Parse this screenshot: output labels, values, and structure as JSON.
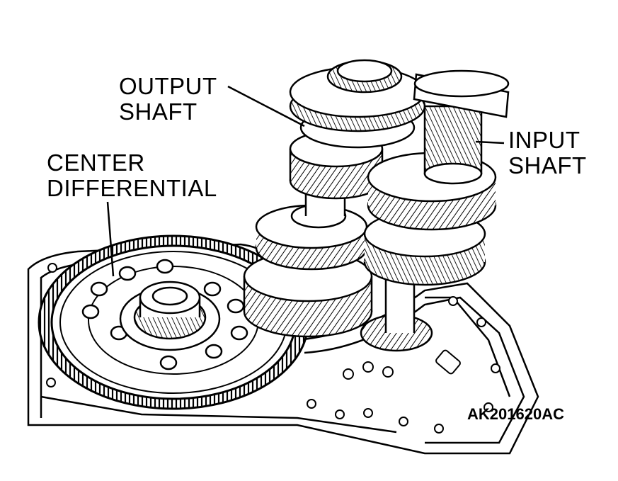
{
  "labels": {
    "output_shaft_line1": "OUTPUT",
    "output_shaft_line2": "SHAFT",
    "input_shaft_line1": "INPUT",
    "input_shaft_line2": "SHAFT",
    "center_differential_line1": "CENTER",
    "center_differential_line2": "DIFFERENTIAL"
  },
  "figure_code": "AK201620AC",
  "colors": {
    "ink": "#000000",
    "paper": "#ffffff"
  }
}
